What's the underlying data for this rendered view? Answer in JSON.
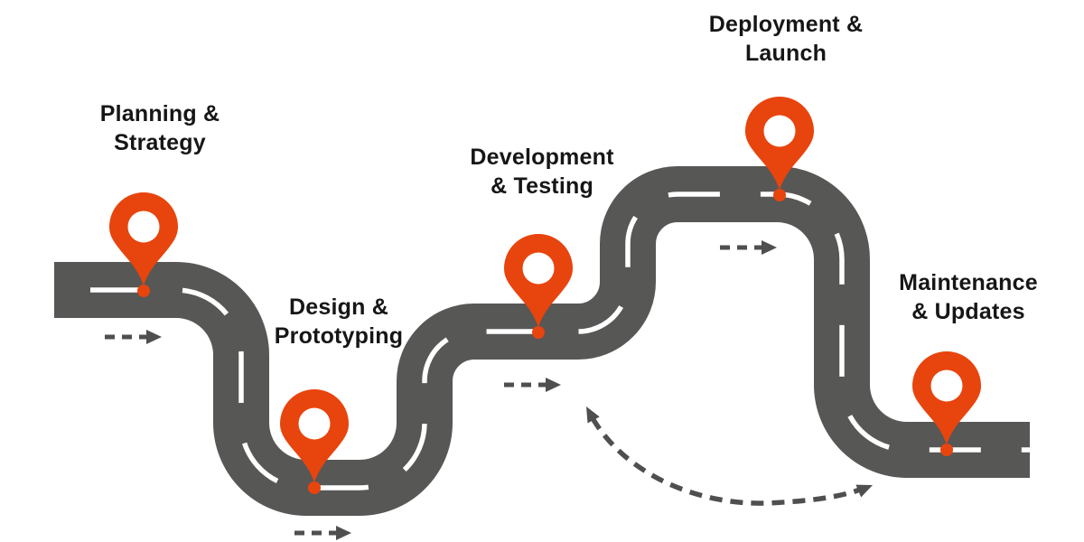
{
  "diagram": {
    "type": "roadmap-infographic",
    "stages": [
      {
        "id": "planning",
        "label": "Planning &\nStrategy"
      },
      {
        "id": "design",
        "label": "Design &\nPrototyping"
      },
      {
        "id": "development",
        "label": "Development\n& Testing"
      },
      {
        "id": "deployment",
        "label": "Deployment &\nLaunch"
      },
      {
        "id": "maintenance",
        "label": "Maintenance\n& Updates"
      }
    ],
    "icons": {
      "stage_marker": "location-pin-icon",
      "flow_arrow": "dashed-arrow-right-icon",
      "feedback_arrow": "curved-double-dashed-arrow-icon"
    },
    "colors": {
      "road": "#575756",
      "road_center_line": "#ffffff",
      "pin": "#E8440D",
      "pin_inner": "#ffffff",
      "arrow": "#4f4f4f",
      "text": "#161616",
      "background": "#ffffff"
    }
  }
}
